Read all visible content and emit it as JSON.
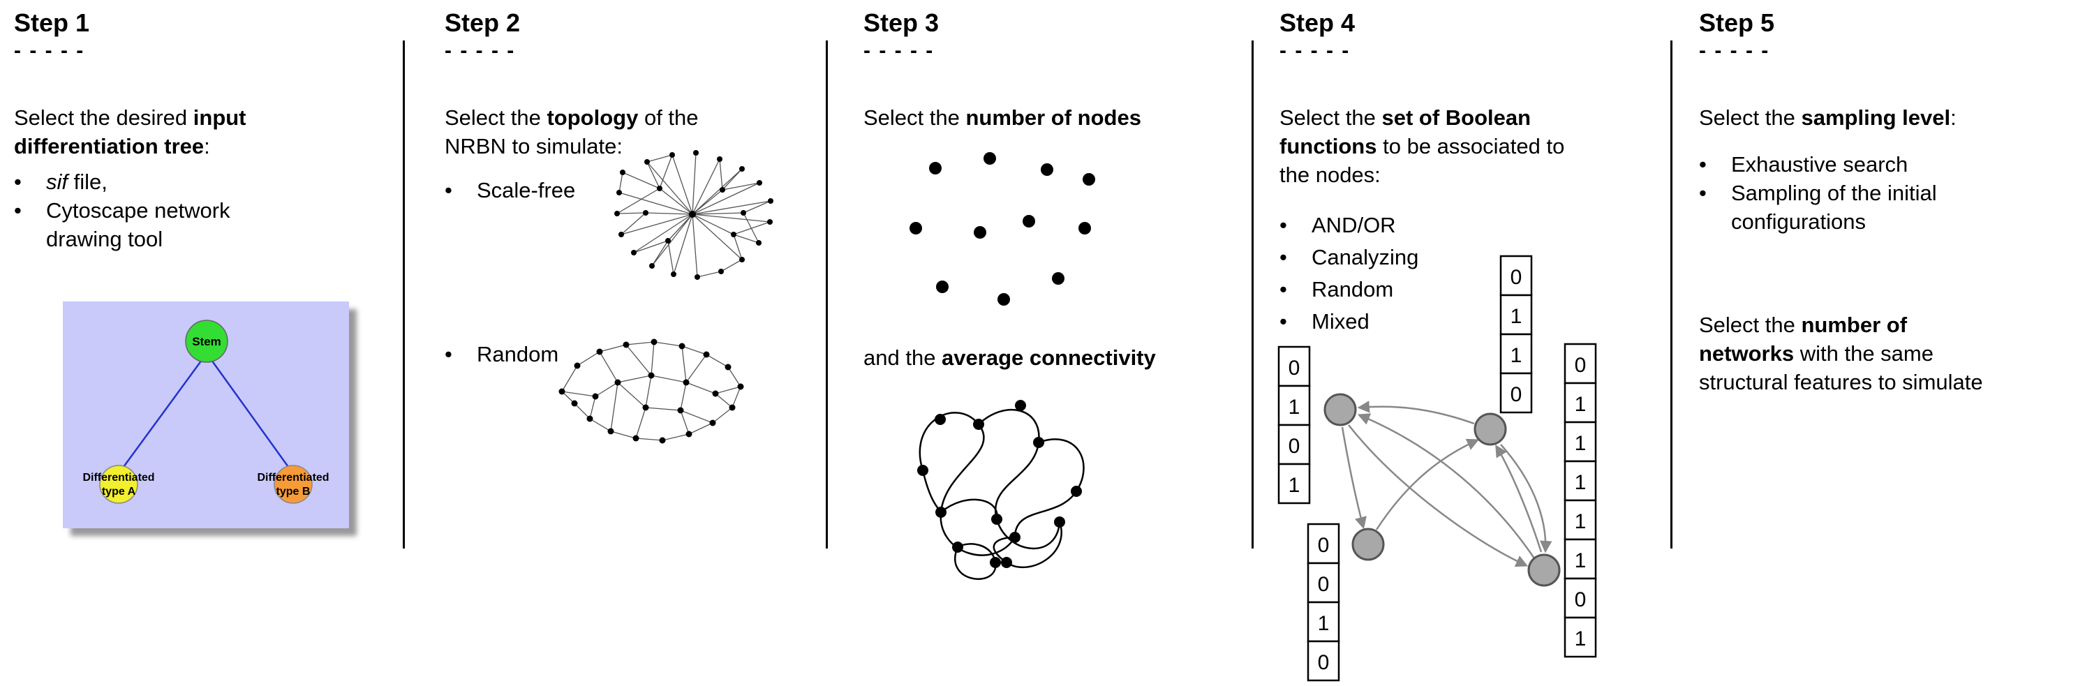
{
  "dashes": "- - - - -",
  "colors": {
    "tree_box_background": "#c9c9fa",
    "tree_box_shadow": "#999999",
    "stem_node_fill": "#33dd33",
    "type_a_node_fill": "#f2ef2f",
    "type_b_node_fill": "#f79b38",
    "tree_edge": "#2233cc",
    "boolean_node_fill": "#a8a8a8",
    "boolean_arrow": "#888888",
    "network_dot": "#000000"
  },
  "steps": [
    {
      "title": "Step 1",
      "intro": [
        {
          "t": "Select the desired "
        },
        {
          "t": "input",
          "b": true
        },
        {
          "br": true
        },
        {
          "t": "differentiation tree",
          "b": true
        },
        {
          "t": ":"
        }
      ],
      "bullets": [
        [
          {
            "t": "sif",
            "i": true
          },
          {
            "t": " file,"
          }
        ],
        [
          {
            "t": "Cytoscape network"
          },
          {
            "br": true
          },
          {
            "t": "drawing tool"
          }
        ]
      ],
      "tree": {
        "root_label": "Stem",
        "left_label_line1": "Differentiated",
        "left_label_line2": "type A",
        "right_label_line1": "Differentiated",
        "right_label_line2": "type B"
      }
    },
    {
      "title": "Step 2",
      "intro": [
        {
          "t": "Select the "
        },
        {
          "t": "topology",
          "b": true
        },
        {
          "t": " of the"
        },
        {
          "br": true
        },
        {
          "t": "NRBN to simulate:"
        }
      ],
      "bullets": [
        [
          {
            "t": "Scale-free"
          }
        ],
        [
          {
            "t": "Random"
          }
        ]
      ]
    },
    {
      "title": "Step 3",
      "intro": [
        {
          "t": "Select the "
        },
        {
          "t": "number of nodes",
          "b": true
        }
      ],
      "second": [
        {
          "t": "and the "
        },
        {
          "t": "average connectivity",
          "b": true
        }
      ]
    },
    {
      "title": "Step 4",
      "intro": [
        {
          "t": "Select the "
        },
        {
          "t": "set of Boolean",
          "b": true
        },
        {
          "br": true
        },
        {
          "t": "functions",
          "b": true
        },
        {
          "t": " to be associated to"
        },
        {
          "br": true
        },
        {
          "t": "the nodes:"
        }
      ],
      "bullets": [
        [
          {
            "t": "AND/OR"
          }
        ],
        [
          {
            "t": "Canalyzing"
          }
        ],
        [
          {
            "t": "Random"
          }
        ],
        [
          {
            "t": "Mixed"
          }
        ]
      ],
      "tables": {
        "left": [
          "0",
          "1",
          "0",
          "1"
        ],
        "top": [
          "0",
          "1",
          "1",
          "0"
        ],
        "bottom": [
          "0",
          "0",
          "1",
          "0"
        ],
        "right": [
          "0",
          "1",
          "1",
          "1",
          "1",
          "1",
          "0",
          "1"
        ]
      }
    },
    {
      "title": "Step 5",
      "intro": [
        {
          "t": "Select the "
        },
        {
          "t": "sampling level",
          "b": true
        },
        {
          "t": ":"
        }
      ],
      "bullets": [
        [
          {
            "t": "Exhaustive search"
          }
        ],
        [
          {
            "t": "Sampling of the initial"
          },
          {
            "br": true
          },
          {
            "t": "configurations"
          }
        ]
      ],
      "second": [
        {
          "t": "Select the "
        },
        {
          "t": "number of",
          "b": true
        },
        {
          "br": true
        },
        {
          "t": "networks",
          "b": true
        },
        {
          "t": " with the same"
        },
        {
          "br": true
        },
        {
          "t": "structural features to simulate"
        }
      ]
    }
  ]
}
